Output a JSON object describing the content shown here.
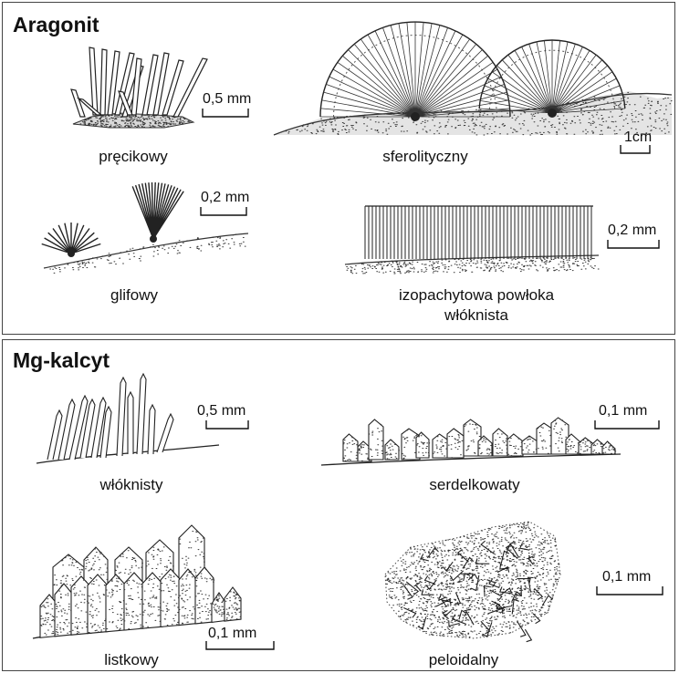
{
  "sections": [
    {
      "title": "Aragonit"
    },
    {
      "title": "Mg-kalcyt"
    }
  ],
  "aragonit": {
    "captions": {
      "precikowy": "pręcikowy",
      "sferolityczny": "sferolityczny",
      "glifowy": "glifowy",
      "izopachytowa_1": "izopachytowa powłoka",
      "izopachytowa_2": "włóknista"
    },
    "scales": {
      "precikowy": "0,5 mm",
      "sferolityczny": "1cm",
      "glifowy": "0,2 mm",
      "izopachytowa": "0,2 mm"
    }
  },
  "mgkalcyt": {
    "captions": {
      "wloknisty": "włóknisty",
      "serdelkowaty": "serdelkowaty",
      "listkowy": "listkowy",
      "peloidalny": "peloidalny"
    },
    "scales": {
      "wloknisty": "0,5 mm",
      "serdelkowaty": "0,1 mm",
      "listkowy": "0,1 mm",
      "peloidalny": "0,1 mm"
    }
  }
}
